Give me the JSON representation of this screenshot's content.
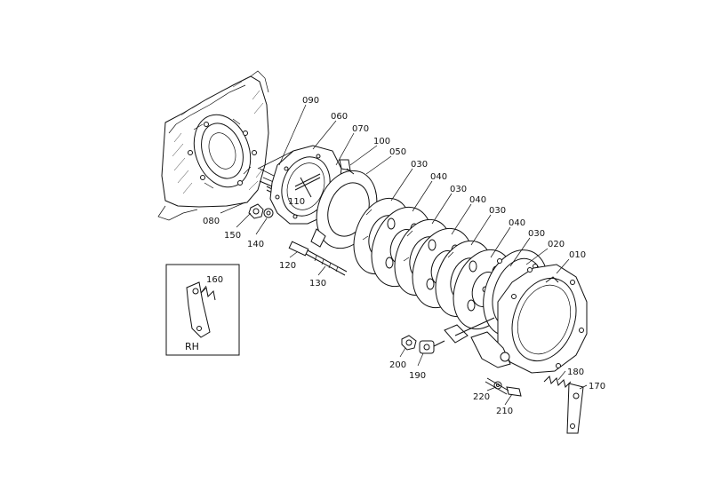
{
  "callouts": [
    {
      "id": "c090",
      "label": "090"
    },
    {
      "id": "c060",
      "label": "060"
    },
    {
      "id": "c070",
      "label": "070"
    },
    {
      "id": "c100",
      "label": "100"
    },
    {
      "id": "c050",
      "label": "050"
    },
    {
      "id": "c030a",
      "label": "030"
    },
    {
      "id": "c040a",
      "label": "040"
    },
    {
      "id": "c030b",
      "label": "030"
    },
    {
      "id": "c040b",
      "label": "040"
    },
    {
      "id": "c030c",
      "label": "030"
    },
    {
      "id": "c040c",
      "label": "040"
    },
    {
      "id": "c030d",
      "label": "030"
    },
    {
      "id": "c020",
      "label": "020"
    },
    {
      "id": "c010",
      "label": "010"
    },
    {
      "id": "c110",
      "label": "110"
    },
    {
      "id": "c080",
      "label": "080"
    },
    {
      "id": "c150",
      "label": "150"
    },
    {
      "id": "c140",
      "label": "140"
    },
    {
      "id": "c120",
      "label": "120"
    },
    {
      "id": "c130",
      "label": "130"
    },
    {
      "id": "c160",
      "label": "160"
    },
    {
      "id": "c200",
      "label": "200"
    },
    {
      "id": "c190",
      "label": "190"
    },
    {
      "id": "c180",
      "label": "180"
    },
    {
      "id": "c170",
      "label": "170"
    },
    {
      "id": "c220",
      "label": "220"
    },
    {
      "id": "c210",
      "label": "210"
    }
  ],
  "inset": {
    "label": "RH"
  }
}
